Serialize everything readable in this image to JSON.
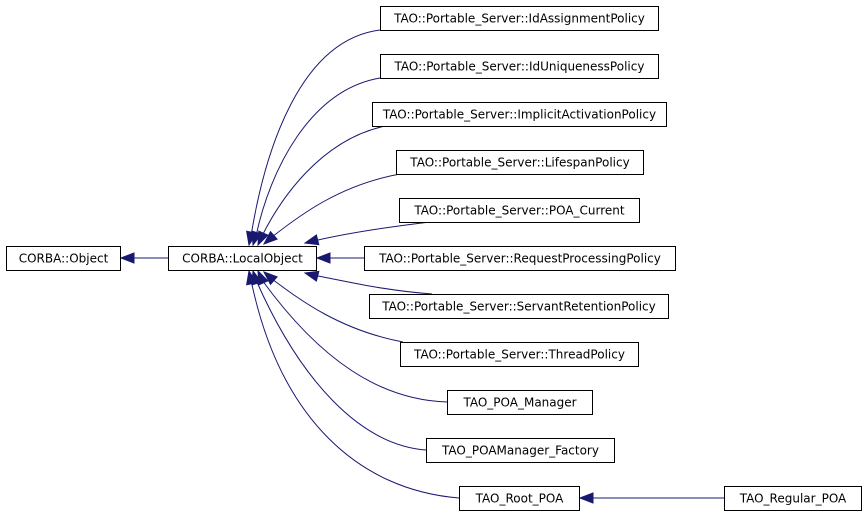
{
  "diagram": {
    "type": "class-inheritance-graph",
    "colors": {
      "edge": "#191970",
      "node_border": "#000000",
      "node_fill": "#ffffff",
      "background": "#ffffff"
    },
    "nodes": [
      {
        "id": "corba_object",
        "label": "CORBA::Object"
      },
      {
        "id": "corba_localobject",
        "label": "CORBA::LocalObject"
      },
      {
        "id": "id_assignment",
        "label": "TAO::Portable_Server::IdAssignmentPolicy"
      },
      {
        "id": "id_uniqueness",
        "label": "TAO::Portable_Server::IdUniquenessPolicy"
      },
      {
        "id": "implicit_activation",
        "label": "TAO::Portable_Server::ImplicitActivationPolicy"
      },
      {
        "id": "lifespan",
        "label": "TAO::Portable_Server::LifespanPolicy"
      },
      {
        "id": "poa_current",
        "label": "TAO::Portable_Server::POA_Current"
      },
      {
        "id": "request_processing",
        "label": "TAO::Portable_Server::RequestProcessingPolicy"
      },
      {
        "id": "servant_retention",
        "label": "TAO::Portable_Server::ServantRetentionPolicy"
      },
      {
        "id": "thread_policy",
        "label": "TAO::Portable_Server::ThreadPolicy"
      },
      {
        "id": "poa_manager",
        "label": "TAO_POA_Manager"
      },
      {
        "id": "poamanager_factory",
        "label": "TAO_POAManager_Factory"
      },
      {
        "id": "root_poa",
        "label": "TAO_Root_POA"
      },
      {
        "id": "regular_poa",
        "label": "TAO_Regular_POA"
      }
    ],
    "edges": [
      {
        "from": "corba_localobject",
        "to": "corba_object",
        "relation": "inherits"
      },
      {
        "from": "id_assignment",
        "to": "corba_localobject",
        "relation": "inherits"
      },
      {
        "from": "id_uniqueness",
        "to": "corba_localobject",
        "relation": "inherits"
      },
      {
        "from": "implicit_activation",
        "to": "corba_localobject",
        "relation": "inherits"
      },
      {
        "from": "lifespan",
        "to": "corba_localobject",
        "relation": "inherits"
      },
      {
        "from": "poa_current",
        "to": "corba_localobject",
        "relation": "inherits"
      },
      {
        "from": "request_processing",
        "to": "corba_localobject",
        "relation": "inherits"
      },
      {
        "from": "servant_retention",
        "to": "corba_localobject",
        "relation": "inherits"
      },
      {
        "from": "thread_policy",
        "to": "corba_localobject",
        "relation": "inherits"
      },
      {
        "from": "poa_manager",
        "to": "corba_localobject",
        "relation": "inherits"
      },
      {
        "from": "poamanager_factory",
        "to": "corba_localobject",
        "relation": "inherits"
      },
      {
        "from": "root_poa",
        "to": "corba_localobject",
        "relation": "inherits"
      },
      {
        "from": "regular_poa",
        "to": "root_poa",
        "relation": "inherits"
      }
    ]
  }
}
